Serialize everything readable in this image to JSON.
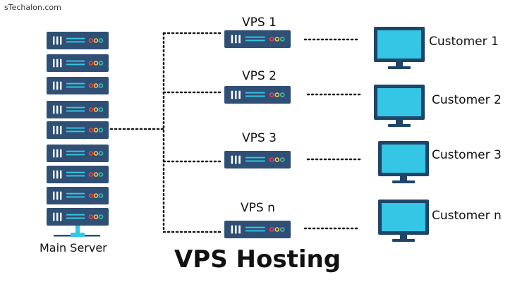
{
  "watermark": "sTechalon.com",
  "title": "VPS Hosting",
  "main_server": {
    "label": "Main Server"
  },
  "vps": [
    {
      "label": "VPS 1"
    },
    {
      "label": "VPS 2"
    },
    {
      "label": "VPS 3"
    },
    {
      "label": "VPS n"
    }
  ],
  "customers": [
    {
      "label": "Customer 1"
    },
    {
      "label": "Customer 2"
    },
    {
      "label": "Customer 3"
    },
    {
      "label": "Customer n"
    }
  ],
  "icons": {
    "server_unit": "server-icon",
    "customer": "monitor-icon"
  },
  "colors": {
    "server_body": "#2f4f75",
    "server_slot": "#ffffff",
    "line_cyan": "#34c6e4",
    "led_red": "#e8434f",
    "led_yellow": "#f6c343",
    "led_teal": "#33c3b6",
    "monitor_body": "#1f4568",
    "monitor_screen": "#34c6e4",
    "connector": "#1a1a1a"
  }
}
